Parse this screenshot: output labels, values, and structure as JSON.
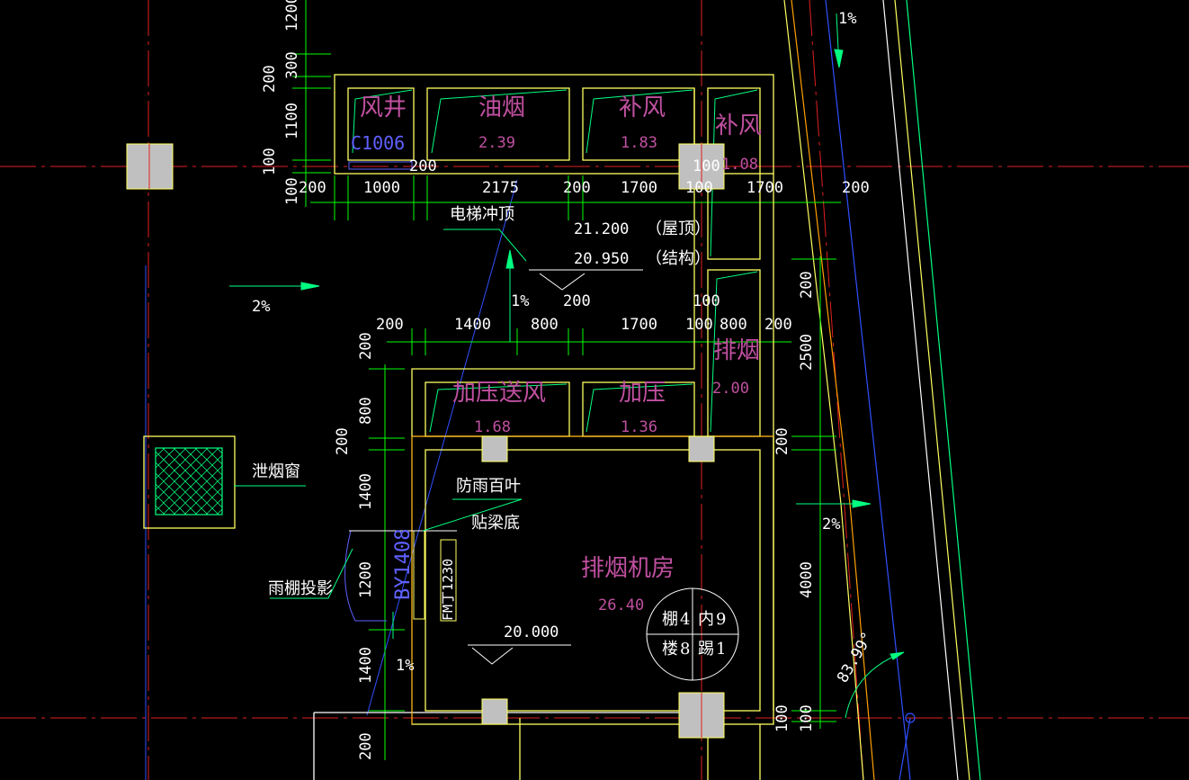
{
  "palette": {
    "background": "#000000",
    "axis": "#e02020",
    "wall": "#ffff60",
    "dimension": "#00ff00",
    "text": "#ffffff",
    "room_text": "#c050a0",
    "column_fill": "#c0c0c0",
    "door_blue": "#6060ff",
    "hatch": "#00ff80",
    "boundary_orange": "#ffa000"
  },
  "rooms": {
    "shaft_1": {
      "name": "风井",
      "tag": "C1006"
    },
    "shaft_2": {
      "name": "油烟",
      "area": "2.39"
    },
    "shaft_3": {
      "name": "补风",
      "area": "1.83"
    },
    "shaft_4": {
      "name": "补风",
      "area": "1.08"
    },
    "shaft_5": {
      "name": "加压送风",
      "area": "1.68"
    },
    "shaft_6": {
      "name": "加压",
      "area": "1.36"
    },
    "shaft_7": {
      "name": "排烟",
      "area": "2.00"
    },
    "machine_room": {
      "name": "排烟机房",
      "area": "26.40"
    }
  },
  "labels": {
    "elevator_top": "电梯冲顶",
    "elev_roof": "21.200",
    "elev_roof_note": "（屋顶）",
    "elev_struct": "20.950",
    "elev_struct_note": "（结构）",
    "louver": "防雨百叶",
    "beam_bottom": "贴梁底",
    "vent_window": "泄烟窗",
    "canopy": "雨棚投影",
    "door_tag": "BY1408",
    "door_tag2": "FM丁1230",
    "floor_level": "20.000",
    "angle": "83.99°"
  },
  "slopes": [
    "1%",
    "2%",
    "1%",
    "2%",
    "1%"
  ],
  "stair_legend": {
    "a": "棚",
    "b": "4",
    "c": "内",
    "d": "9",
    "e": "楼",
    "f": "8",
    "g": "踢",
    "h": "1"
  },
  "dimensions": {
    "top_row": [
      "200",
      "1000",
      "2175",
      "200",
      "1700",
      "100",
      "1700",
      "200"
    ],
    "mid_row": [
      "200",
      "1400",
      "800",
      "1700",
      "100",
      "800",
      "200"
    ],
    "left_top_col": [
      "1200",
      "300",
      "200",
      "1100",
      "100",
      "100"
    ],
    "left_mid_col": [
      "200",
      "800",
      "200",
      "1400",
      "1200",
      "1400",
      "200"
    ],
    "right_col": [
      "200",
      "2500",
      "200",
      "4000",
      "100",
      "100"
    ],
    "misc": [
      "200",
      "100",
      "200",
      "100",
      "200"
    ]
  }
}
